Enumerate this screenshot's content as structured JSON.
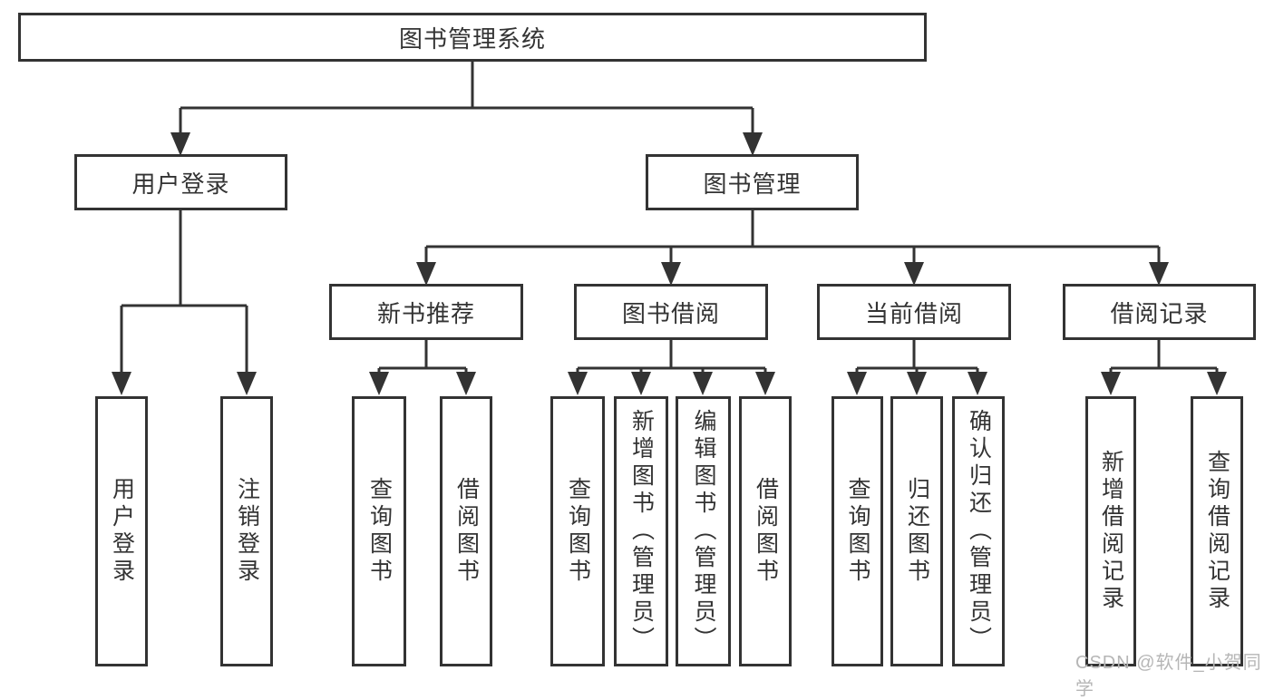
{
  "diagram": {
    "root": "图书管理系统",
    "level2": {
      "user_login": "用户登录",
      "book_mgmt": "图书管理"
    },
    "level3": {
      "new_books": "新书推荐",
      "book_borrow": "图书借阅",
      "current_borrow": "当前借阅",
      "borrow_records": "借阅记录"
    },
    "leaves": {
      "login": [
        "用户登录",
        "注销登录"
      ],
      "recommend": [
        "查询图书",
        "借阅图书"
      ],
      "borrow": [
        "查询图书",
        "新增图书（管理员）",
        "编辑图书（管理员）",
        "借阅图书"
      ],
      "current": [
        "查询图书",
        "归还图书",
        "确认归还（管理员）"
      ],
      "records": [
        "新增借阅记录",
        "查询借阅记录"
      ]
    }
  },
  "watermark": "CSDN @软件_小贺同学",
  "colors": {
    "line": "#333333",
    "text": "#333333",
    "watermark": "#b6b6b6",
    "background": "#ffffff"
  }
}
